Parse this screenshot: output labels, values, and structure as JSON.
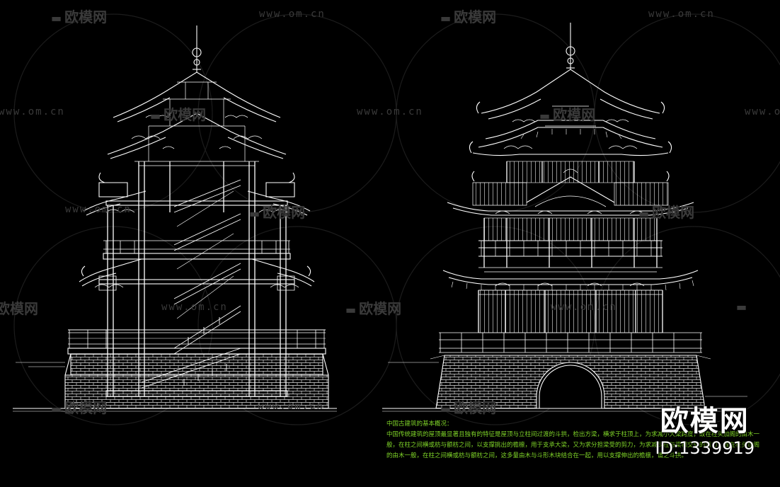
{
  "watermark": {
    "url_text": "www.om.cn",
    "logo_text": "欧模网"
  },
  "notes": {
    "heading": "中国古建筑的基本概况：",
    "paragraph": "中国传统建筑的屋顶最显著且独有的特征是屋顶与立柱间过渡的斗拱，检出方梁，横求于柱顶上，为求减小大梁跨度，故在柱头加阁的由木一般，在柱之间横或枋与额枋之间，以支撑挑出的檐檩，用于支承大梁，又为求分担梁受的剪力，为求减少柱与梁相交处的剪力，故在柱头加阁的由木一般，在柱之间横或枋与额枋之间，这多量由木与斗形木块结合在一起，用以支撑伸出的檐檩，谓之斗拱。"
  },
  "badge": {
    "brand": "欧模网",
    "id": "ID:1339919"
  },
  "colors": {
    "background": "#000000",
    "linework": "#ffffff",
    "notes_text": "#7fd428",
    "watermark": "#3a3a3a"
  }
}
